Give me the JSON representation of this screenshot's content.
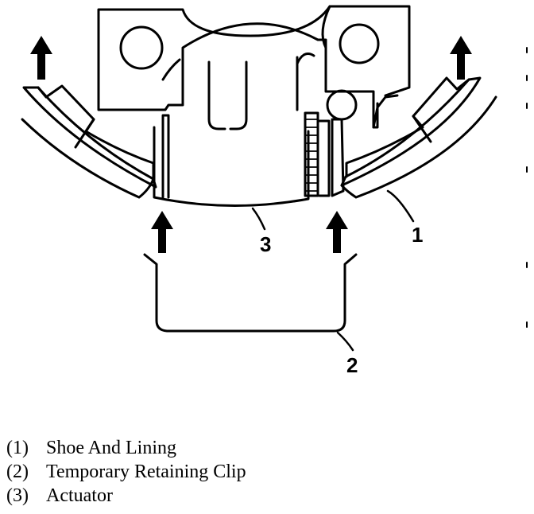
{
  "callouts": {
    "shoe": "1",
    "clip": "2",
    "actuator": "3"
  },
  "legend": [
    {
      "number": "(1)",
      "label": "Shoe And Lining"
    },
    {
      "number": "(2)",
      "label": "Temporary Retaining Clip"
    },
    {
      "number": "(3)",
      "label": "Actuator"
    }
  ],
  "colors": {
    "ink": "#000000",
    "paper": "#ffffff"
  }
}
